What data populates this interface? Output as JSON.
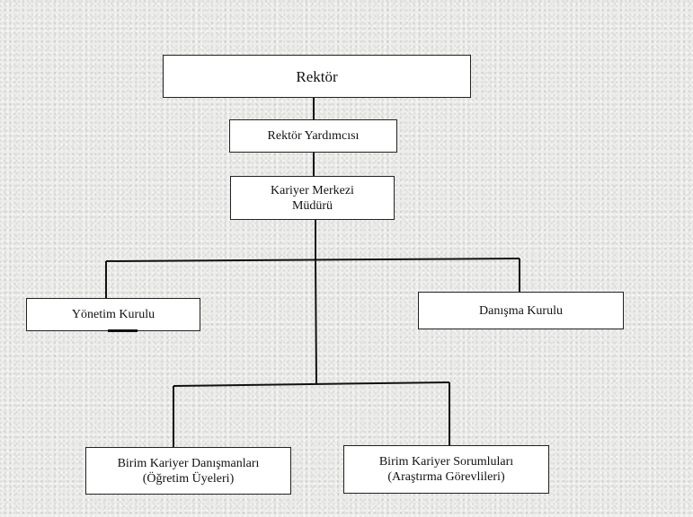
{
  "diagram": {
    "nodes": {
      "rektor": "Rektör",
      "rektor_yardimcisi": "Rektör Yardımcısı",
      "kariyer_merkezi_muduru": "Kariyer Merkezi\nMüdürü",
      "yonetim_kurulu": "Yönetim Kurulu",
      "danisma_kurulu": "Danışma Kurulu",
      "birim_kariyer_danismanlari": "Birim Kariyer Danışmanları\n(Öğretim Üyeleri)",
      "birim_kariyer_sorumlulari": "Birim Kariyer Sorumluları\n(Araştırma Görevlileri)"
    },
    "edges": [
      {
        "from": "rektor",
        "to": "rektor_yardimcisi"
      },
      {
        "from": "rektor_yardimcisi",
        "to": "kariyer_merkezi_muduru"
      },
      {
        "from": "kariyer_merkezi_muduru",
        "to": "yonetim_kurulu"
      },
      {
        "from": "kariyer_merkezi_muduru",
        "to": "danisma_kurulu"
      },
      {
        "from": "kariyer_merkezi_muduru",
        "to": "birim_kariyer_danismanlari"
      },
      {
        "from": "kariyer_merkezi_muduru",
        "to": "birim_kariyer_sorumlulari"
      }
    ],
    "colors": {
      "box_fill": "#ffffff",
      "box_border": "#222222",
      "connector": "#111111",
      "background": "#ededeb"
    }
  }
}
